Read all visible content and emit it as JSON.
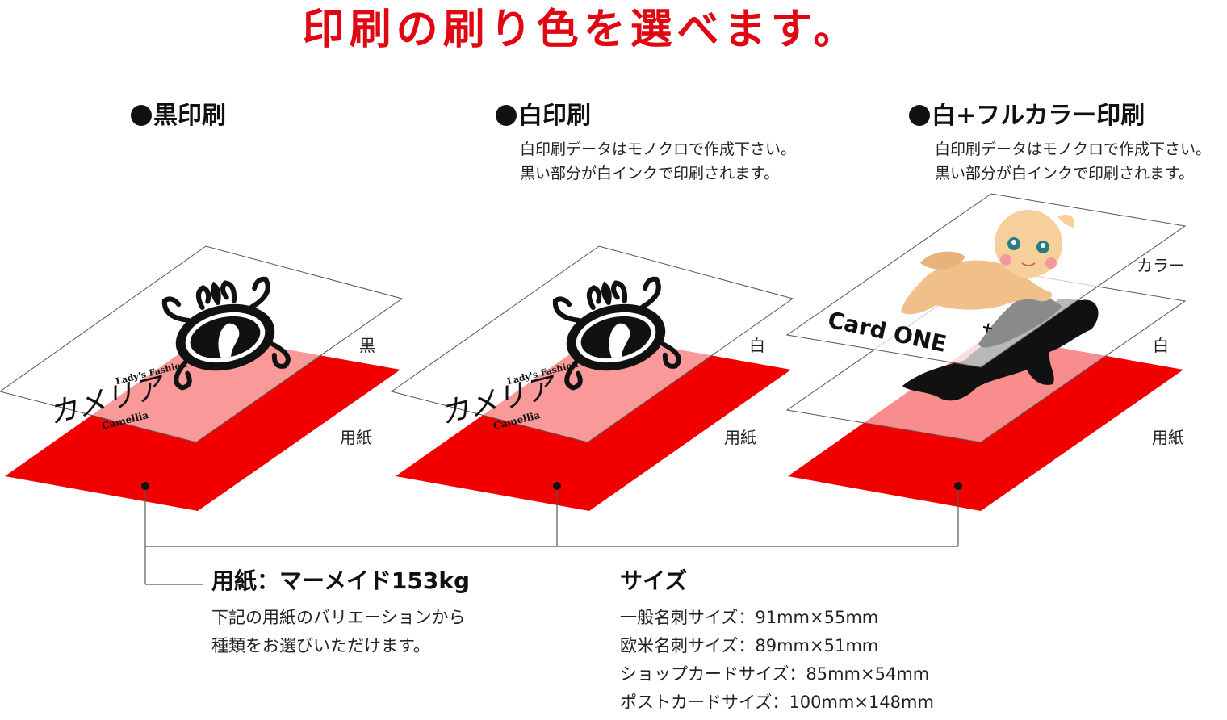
{
  "heading": "印刷の刷り色を選べます。",
  "columns": [
    {
      "title": "黒印刷",
      "notes": [],
      "layers": [
        "黒",
        "用紙"
      ]
    },
    {
      "title": "白印刷",
      "notes": [
        "白印刷データはモノクロで作成下さい。",
        "黒い部分が白インクで印刷されます。"
      ],
      "layers": [
        "白",
        "用紙"
      ]
    },
    {
      "title": "白+フルカラー印刷",
      "notes": [
        "白印刷データはモノクロで作成下さい。",
        "黒い部分が白インクで印刷されます。"
      ],
      "layers": [
        "カラー",
        "白",
        "用紙"
      ]
    }
  ],
  "card_text": {
    "brand_small": "Lady's Fashion",
    "brand_main": "カメリア",
    "brand_sub": "Camellia",
    "logo_text": "Card ONE",
    "logo_sup": "+"
  },
  "paper": {
    "title": "用紙：マーメイド153kg",
    "lines": [
      "下記の用紙のバリエーションから",
      "種類をお選びいただけます。"
    ]
  },
  "size": {
    "title": "サイズ",
    "lines": [
      "一般名刺サイズ：91mm×55mm",
      "欧米名刺サイズ：89mm×51mm",
      "ショップカードサイズ：85mm×54mm",
      "ポストカードサイズ：100mm×148mm"
    ]
  },
  "colors": {
    "heading": "#e00712",
    "paper": "#f20000",
    "ink": "#111111"
  }
}
